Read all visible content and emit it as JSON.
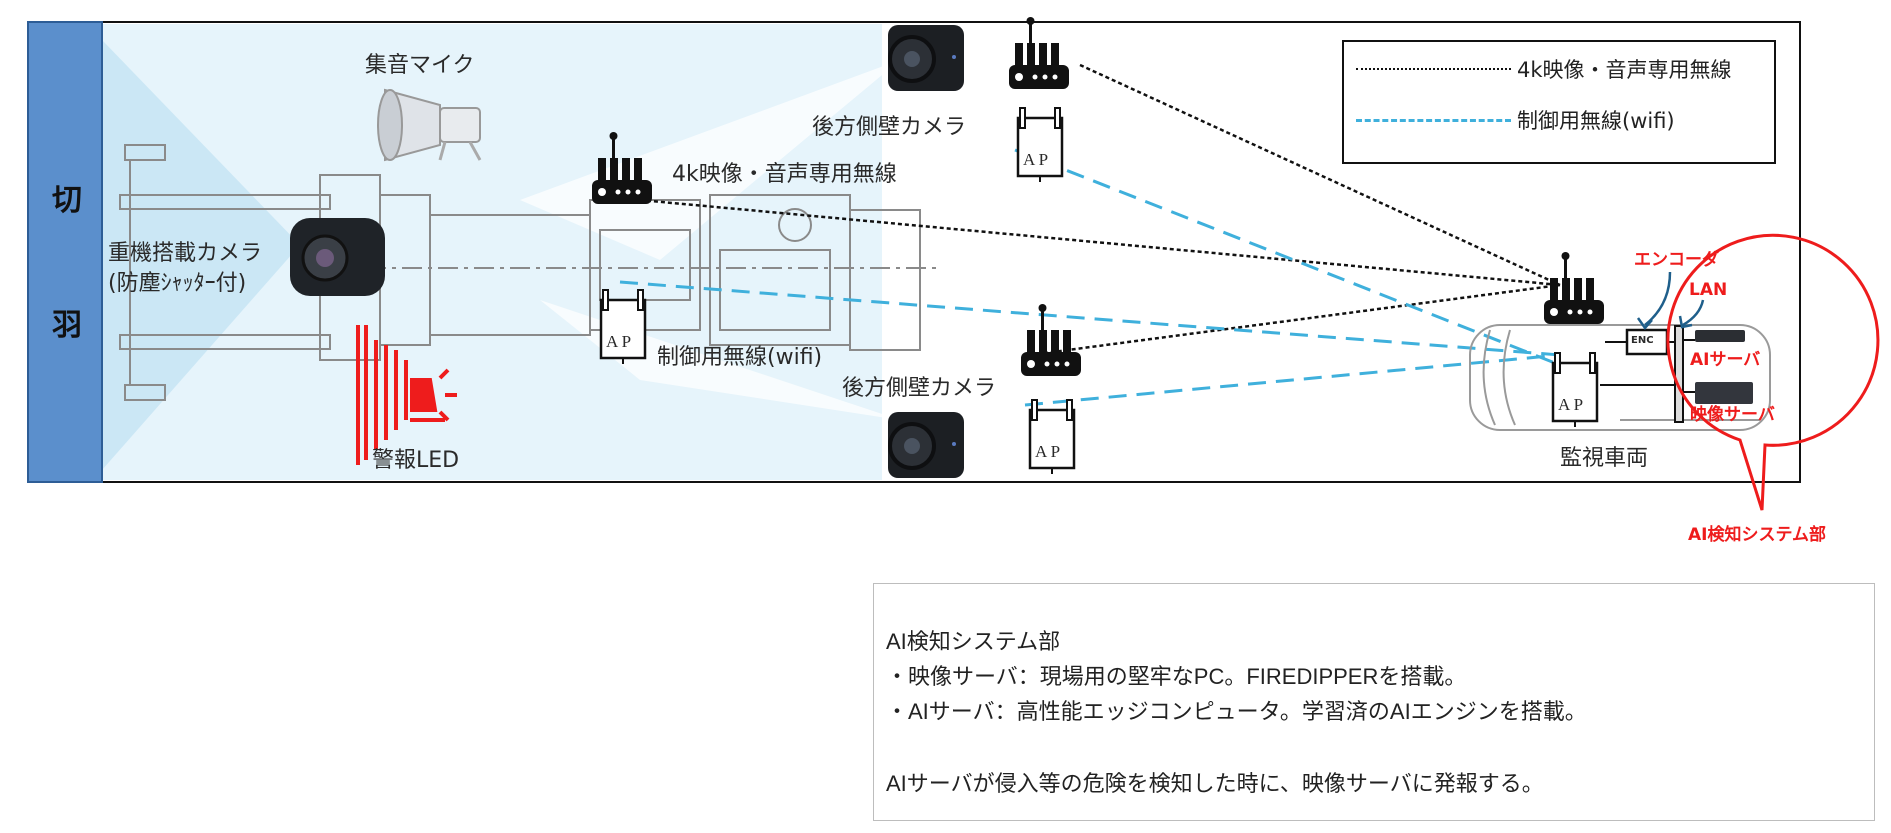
{
  "side_label": [
    "切",
    "羽"
  ],
  "labels": {
    "mic": "集音マイク",
    "machine_camera_line1": "重機搭載カメラ",
    "machine_camera_line2": "(防塵ｼｬｯﾀｰ付)",
    "alarm_led": "警報LED",
    "radio_4k": "4k映像・音声専用無線",
    "wifi": "制御用無線(wifi)",
    "rear_camera_top": "後方側壁カメラ",
    "rear_camera_bottom": "後方側壁カメラ",
    "monitor_vehicle": "監視車両",
    "encoder": "エンコーダ",
    "lan": "LAN",
    "enc_box": "ENC",
    "ai_server": "AIサーバ",
    "video_server": "映像サーバ",
    "ai_system": "AI検知システム部",
    "ap": "A P"
  },
  "legend": {
    "items": [
      {
        "style": "dotted-black",
        "label": "4k映像・音声専用無線"
      },
      {
        "style": "dashed-blue",
        "label": "制御用無線(wifi)"
      }
    ]
  },
  "notes": {
    "title": "AI検知システム部",
    "lines": [
      "・映像サーバ：現場用の堅牢なPC。FIREDIPPERを搭載。",
      "・AIサーバ：高性能エッジコンピュータ。学習済のAIエンジンを搭載。",
      "",
      "AIサーバが侵入等の危険を検知した時に、映像サーバに発報する。"
    ]
  },
  "colors": {
    "side_bar": "#5b8fcc",
    "coverage": "#cfe9f6",
    "wifi_line": "#3fb0dc",
    "alert_red": "#ee1c1c",
    "lan_arrow": "#1f5f8b"
  }
}
